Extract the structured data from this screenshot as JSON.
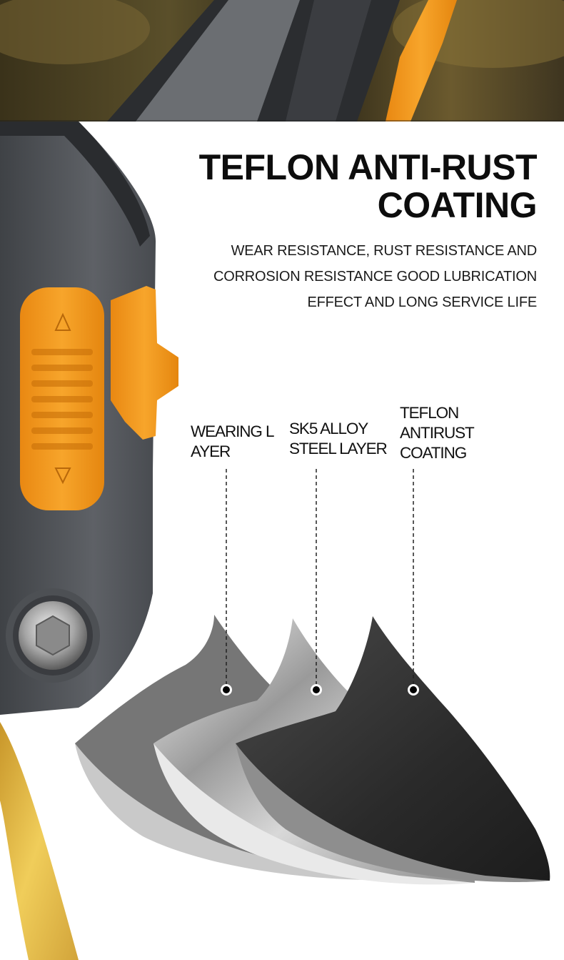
{
  "headline": {
    "line1": "TEFLON ANTI-RUST",
    "line2": "COATING"
  },
  "subtext": {
    "line1": "WEAR RESISTANCE, RUST RESISTANCE AND",
    "line2": "CORROSION RESISTANCE GOOD LUBRICATION",
    "line3": "EFFECT AND LONG SERVICE LIFE"
  },
  "layers": [
    {
      "line1": "WEARING L",
      "line2": "AYER"
    },
    {
      "line1": "SK5 ALLOY",
      "line2": "STEEL LAYER"
    },
    {
      "line1": "TEFLON",
      "line2": "ANTIRUST",
      "line3": "COATING"
    }
  ],
  "colors": {
    "accent_orange": "#f39a1c",
    "handle_gray": "#5a5d62",
    "handle_gold": "#e6bc44",
    "blade_dark": "#2c2c2c"
  }
}
